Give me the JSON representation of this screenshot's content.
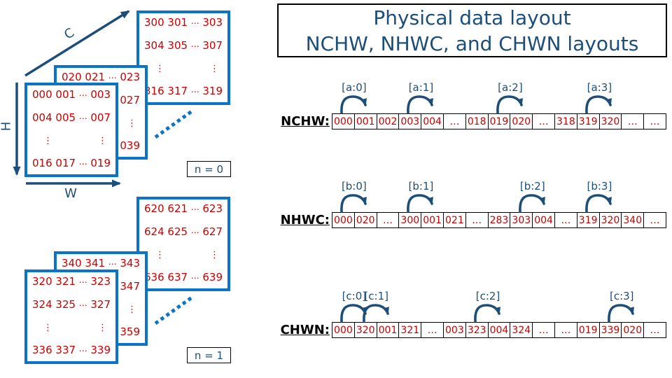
{
  "title": {
    "line1": "Physical data layout",
    "line2": "NCHW, NHWC, and CHWN layouts"
  },
  "axis_labels": {
    "c": "C",
    "h": "H",
    "w": "W"
  },
  "stacks": [
    {
      "n_label": "n = 0",
      "cards": {
        "back": {
          "rows": [
            [
              "300 301",
              "⋯",
              "303"
            ],
            [
              "304 305",
              "⋯",
              "307"
            ],
            [
              "⋮",
              "",
              "⋮"
            ],
            [
              "316 317",
              "⋯",
              "319"
            ]
          ]
        },
        "middle": {
          "rows": [
            [
              "020 021",
              "⋯",
              "023"
            ],
            [
              "",
              "",
              "027"
            ],
            [
              "",
              "",
              "⋮"
            ],
            [
              "",
              "",
              "039"
            ]
          ]
        },
        "front": {
          "rows": [
            [
              "000 001",
              "⋯",
              "003"
            ],
            [
              "004 005",
              "⋯",
              "007"
            ],
            [
              "⋮",
              "",
              "⋮"
            ],
            [
              "016 017",
              "⋯",
              "019"
            ]
          ]
        }
      }
    },
    {
      "n_label": "n = 1",
      "cards": {
        "back": {
          "rows": [
            [
              "620 621",
              "⋯",
              "623"
            ],
            [
              "624 625",
              "⋯",
              "627"
            ],
            [
              "⋮",
              "",
              "⋮"
            ],
            [
              "636 637",
              "⋯",
              "639"
            ]
          ]
        },
        "middle": {
          "rows": [
            [
              "340 341",
              "⋯",
              "343"
            ],
            [
              "",
              "",
              "347"
            ],
            [
              "",
              "",
              "⋮"
            ],
            [
              "",
              "",
              "359"
            ]
          ]
        },
        "front": {
          "rows": [
            [
              "320 321",
              "⋯",
              "323"
            ],
            [
              "324 325",
              "⋯",
              "327"
            ],
            [
              "⋮",
              "",
              "⋮"
            ],
            [
              "336 337",
              "⋯",
              "339"
            ]
          ]
        }
      }
    }
  ],
  "memory_rows": [
    {
      "label": "NCHW:",
      "cells": [
        "000",
        "001",
        "002",
        "003",
        "004",
        "…",
        "018",
        "019",
        "020",
        "…",
        "318",
        "319",
        "320",
        "…",
        "…"
      ],
      "arcs": [
        {
          "label": "[a:0]",
          "boundary": 1
        },
        {
          "label": "[a:1]",
          "boundary": 4
        },
        {
          "label": "[a:2]",
          "boundary": 8
        },
        {
          "label": "[a:3]",
          "boundary": 12
        }
      ]
    },
    {
      "label": "NHWC:",
      "cells": [
        "000",
        "020",
        "…",
        "300",
        "001",
        "021",
        "…",
        "283",
        "303",
        "004",
        "…",
        "319",
        "320",
        "340",
        "…"
      ],
      "arcs": [
        {
          "label": "[b:0]",
          "boundary": 1
        },
        {
          "label": "[b:1]",
          "boundary": 4
        },
        {
          "label": "[b:2]",
          "boundary": 9
        },
        {
          "label": "[b:3]",
          "boundary": 12
        }
      ]
    },
    {
      "label": "CHWN:",
      "cells": [
        "000",
        "320",
        "001",
        "321",
        "…",
        "003",
        "323",
        "004",
        "324",
        "…",
        "…",
        "019",
        "339",
        "020",
        "…"
      ],
      "arcs": [
        {
          "label": "[c:0]",
          "boundary": 1
        },
        {
          "label": "[c:1]",
          "boundary": 2
        },
        {
          "label": "[c:2]",
          "boundary": 7
        },
        {
          "label": "[c:3]",
          "boundary": 13
        }
      ]
    }
  ],
  "colors": {
    "accent_blue": "#0b74c8",
    "navy": "#1d4e79",
    "value_red": "#c80000",
    "box_border_black": "#000000"
  }
}
